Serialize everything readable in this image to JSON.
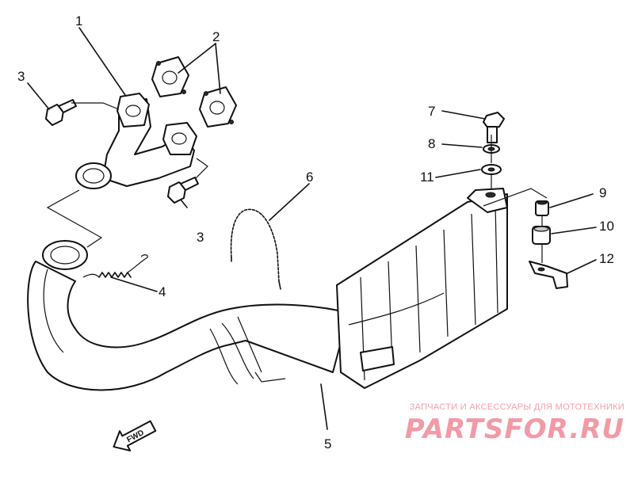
{
  "callouts": [
    {
      "id": "1",
      "text": "1"
    },
    {
      "id": "2",
      "text": "2"
    },
    {
      "id": "3a",
      "text": "3"
    },
    {
      "id": "3b",
      "text": "3"
    },
    {
      "id": "4",
      "text": "4"
    },
    {
      "id": "5",
      "text": "5"
    },
    {
      "id": "6",
      "text": "6"
    },
    {
      "id": "7",
      "text": "7"
    },
    {
      "id": "8",
      "text": "8"
    },
    {
      "id": "9",
      "text": "9"
    },
    {
      "id": "10",
      "text": "10"
    },
    {
      "id": "11",
      "text": "11"
    },
    {
      "id": "12",
      "text": "12"
    }
  ],
  "direction_marker": "FWD",
  "watermark": {
    "caption": "ЗАПЧАСТИ И АКСЕССУАРЫ ДЛЯ МОТОТЕХНИКИ",
    "logo": "PARTSFOR.RU"
  },
  "colors": {
    "line": "#111111",
    "watermark": "#f29aa6"
  }
}
